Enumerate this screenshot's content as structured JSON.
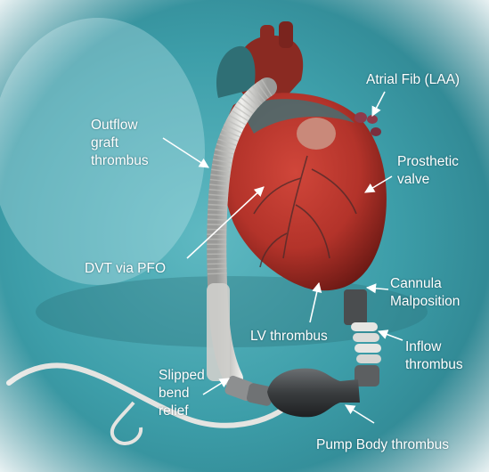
{
  "colors": {
    "background_light": "#bfe6ea",
    "background_teal": "#3fa3ae",
    "heart_red": "#b8352c",
    "heart_dark": "#6e1a15",
    "aorta": "#8a2a22",
    "graft": "#d9d9d6",
    "pump_body": "#3a3d3f",
    "label_text": "#ffffff",
    "arrow": "#ffffff"
  },
  "labels": {
    "atrial_fib": "Atrial Fib (LAA)",
    "outflow_graft": "Outflow\ngraft\nthrombus",
    "prosthetic_valve": "Prosthetic\nvalve",
    "dvt_pfo": "DVT via PFO",
    "cannula_malposition": "Cannula\nMalposition",
    "lv_thrombus": "LV thrombus",
    "inflow_thrombus": "Inflow\nthrombus",
    "slipped_bend_relief": "Slipped\nbend\nrelief",
    "pump_body_thrombus": "Pump Body thrombus"
  }
}
